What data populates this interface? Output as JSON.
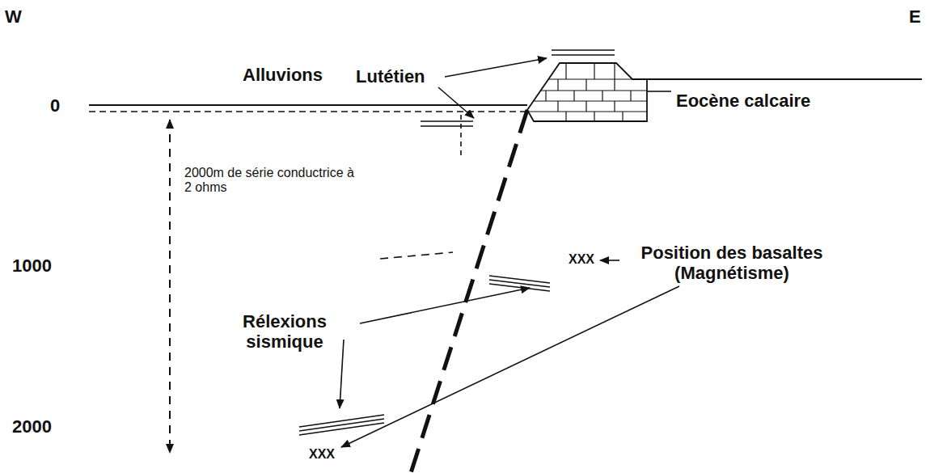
{
  "diagram": {
    "labels": [
      "W",
      "E",
      "0",
      "1000",
      "2000",
      "Lutétien",
      "Alluvions",
      "Eocène calcaire",
      "2000m de série conductrice à 2 ohms",
      "Position des basaltes (Magnétisme)",
      "Rélexions sismique",
      "XXX",
      "XXX"
    ]
  }
}
